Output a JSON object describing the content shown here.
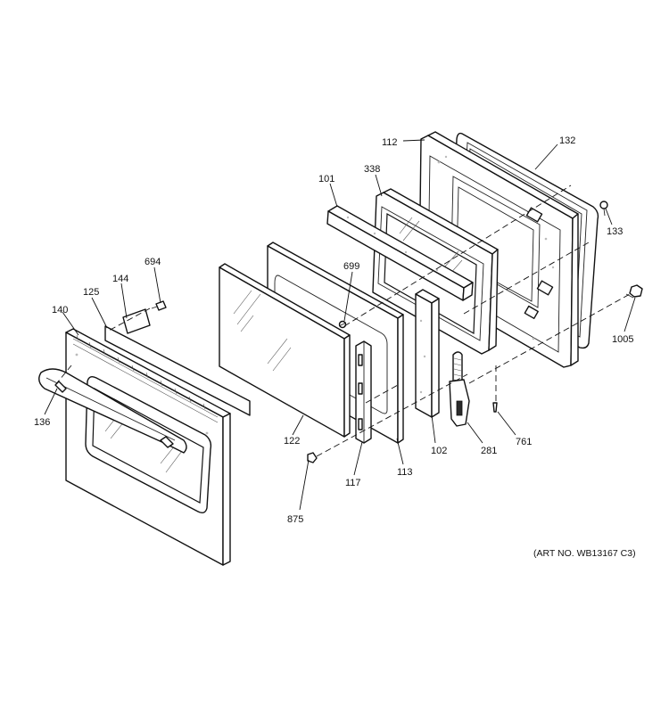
{
  "art_number": "(ART NO. WB13167 C3)",
  "parts": {
    "p112": "112",
    "p132": "132",
    "p338": "338",
    "p101": "101",
    "p133": "133",
    "p694": "694",
    "p699": "699",
    "p144": "144",
    "p125": "125",
    "p140": "140",
    "p1005": "1005",
    "p136": "136",
    "p122": "122",
    "p102": "102",
    "p281": "281",
    "p761": "761",
    "p113": "113",
    "p117": "117",
    "p875": "875"
  }
}
